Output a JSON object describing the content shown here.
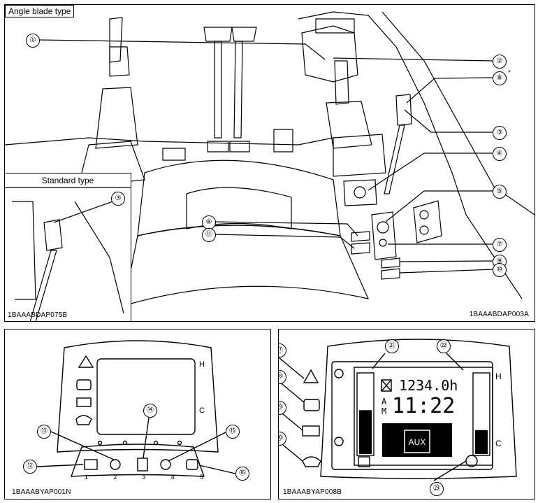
{
  "top_figure": {
    "tag": "Angle blade type",
    "inset_tag": "Standard type",
    "inset_code": "1BAAABDAP075B",
    "code": "1BAAABDAP003A",
    "callouts": {
      "c1": "①",
      "c2": "②",
      "c8": "⑧",
      "c8_star": "*",
      "c3": "③",
      "c4": "④",
      "c5": "⑤",
      "c6": "⑥",
      "c11": "⑪",
      "c7": "⑦",
      "c9": "⑨",
      "c10": "⑩",
      "inset_c3": "③"
    }
  },
  "panel_left": {
    "code": "1BAAABYAP001N",
    "switch_numbers": [
      "1",
      "2",
      "3",
      "4",
      "5"
    ],
    "h_label": "H",
    "c_label": "C",
    "callouts": {
      "c12": "⑫",
      "c13": "⑬",
      "c14": "⑭",
      "c15": "⑮",
      "c16": "⑯"
    }
  },
  "panel_right": {
    "code": "1BAAABYAP008B",
    "hours": "1234.0h",
    "am_top": "A",
    "am_bottom": "M",
    "clock": "11:22",
    "aux": "AUX",
    "h_label": "H",
    "c_label": "C",
    "fuel_level": 0.55,
    "temp_level": 0.3,
    "callouts": {
      "c17": "⑰",
      "c18": "⑱",
      "c19": "⑲",
      "c20": "⑳",
      "c21": "㉑",
      "c22": "㉒",
      "c23": "㉓"
    }
  }
}
